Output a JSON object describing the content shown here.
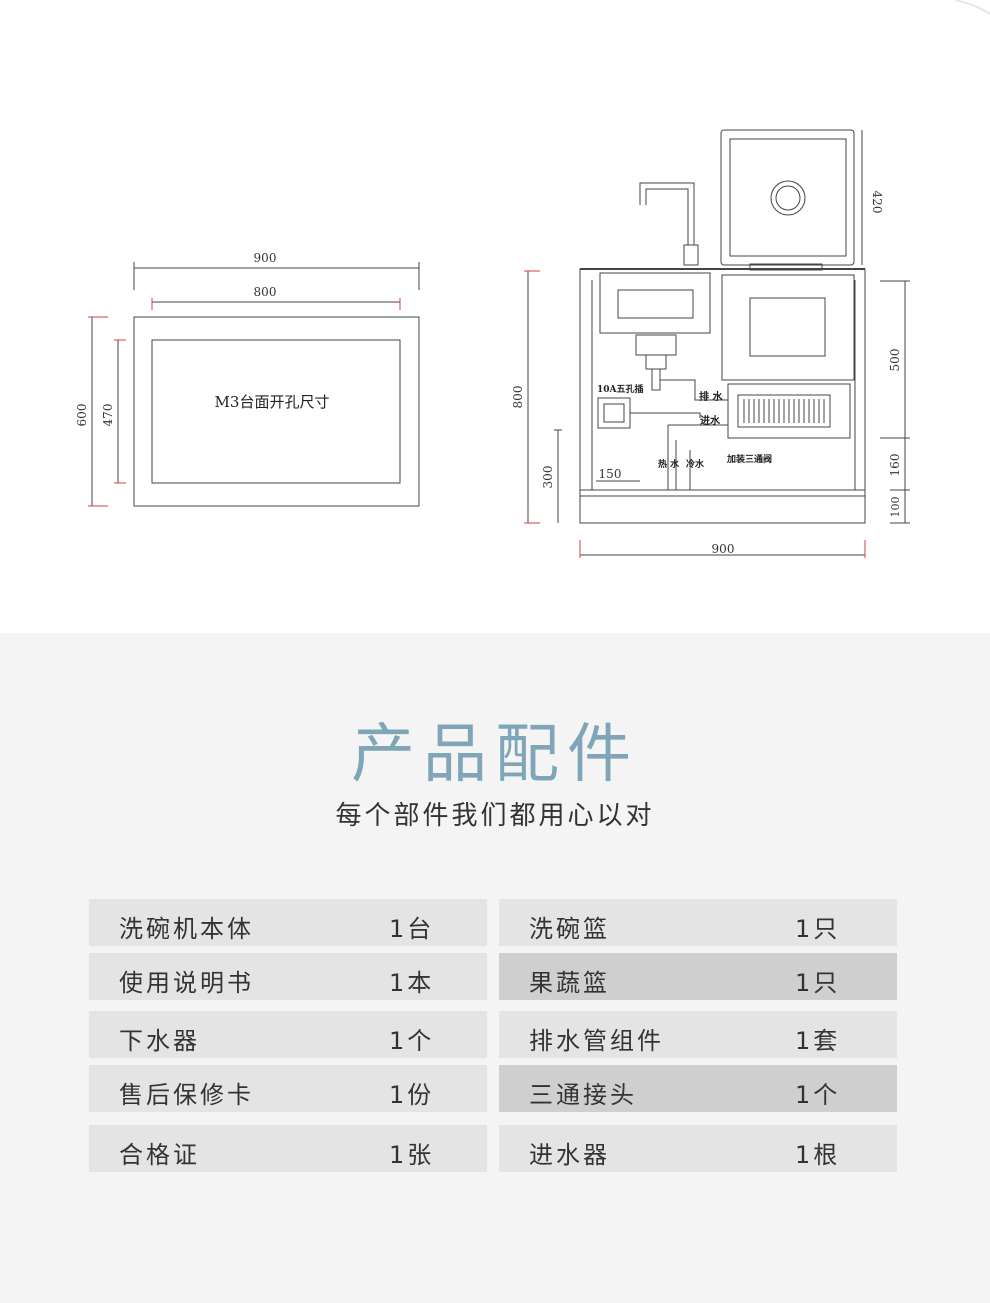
{
  "diagram": {
    "cutout_label": "M3台面开孔尺寸",
    "left_dims": {
      "outer_width": "900",
      "inner_width": "800",
      "outer_height": "600",
      "inner_height": "470"
    },
    "right_dims": {
      "height": "800",
      "width": "900",
      "sink_depth": "420",
      "upper": "500",
      "mid": "160",
      "base": "100",
      "low": "300",
      "offset": "150"
    },
    "labels": {
      "socket": "10A五孔插",
      "drain": "排 水",
      "inlet": "进水",
      "valve": "加装三通阀",
      "hot_water": "热 水",
      "cold_water": "冷水"
    }
  },
  "accessories": {
    "title": "产品配件",
    "subtitle": "每个部件我们都用心以对",
    "left": [
      {
        "name": "洗碗机本体",
        "qty": "1台"
      },
      {
        "name": "使用说明书",
        "qty": "1本"
      },
      {
        "name": "下水器",
        "qty": "1个"
      },
      {
        "name": "售后保修卡",
        "qty": "1份"
      },
      {
        "name": "合格证",
        "qty": "1张"
      }
    ],
    "right": [
      {
        "name": "洗碗篮",
        "qty": "1只"
      },
      {
        "name": "果蔬篮",
        "qty": "1只"
      },
      {
        "name": "排水管组件",
        "qty": "1套"
      },
      {
        "name": "三通接头",
        "qty": "1个"
      },
      {
        "name": "进水器",
        "qty": "1根"
      }
    ]
  }
}
